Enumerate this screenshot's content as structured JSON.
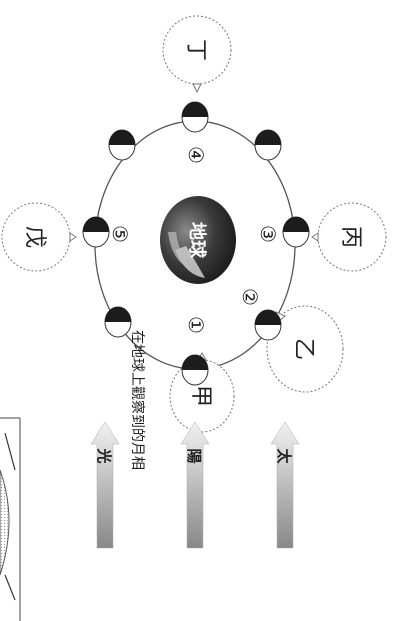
{
  "center": {
    "label": "地球"
  },
  "phase_balloons": [
    "甲",
    "乙",
    "丙",
    "丁",
    "戊"
  ],
  "position_markers": [
    "①",
    "②",
    "③",
    "④",
    "⑤"
  ],
  "caption": "在地球上觀察到的月相",
  "sun_arrows": {
    "chars": [
      "太",
      "陽",
      "光"
    ]
  },
  "colors": {
    "orbit": "#555555",
    "moon_dark": "#1c1c1c",
    "moon_light": "#ffffff",
    "earth_dark": "#3a3a3a",
    "arrow_fill": "#b8b8b8",
    "balloon_stroke": "#777777"
  }
}
